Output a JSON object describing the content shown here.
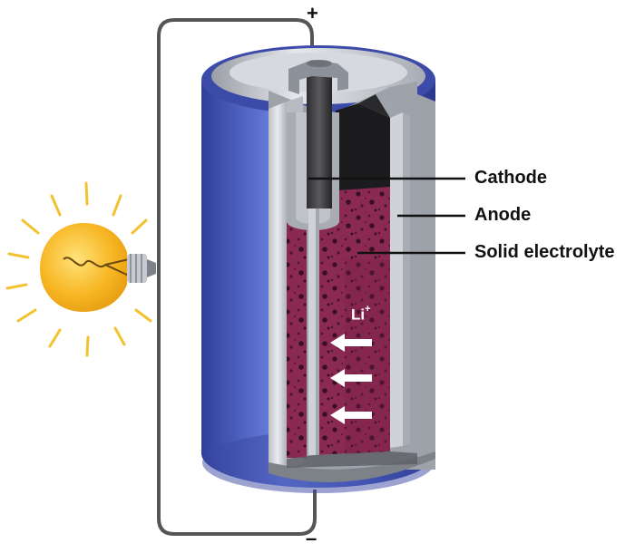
{
  "diagram": {
    "labels": {
      "cathode": "Cathode",
      "anode": "Anode",
      "electrolyte": "Solid electrolyte"
    },
    "terminals": {
      "positive": "+",
      "negative": "–"
    },
    "ion": {
      "symbol": "Li",
      "charge": "+"
    },
    "colors": {
      "casing_blue": "#4a5fc8",
      "electrolyte_maroon": "#8a2a52",
      "bulb_yellow": "#f5b41e",
      "wire_gray": "#555555"
    },
    "icons": [
      "light-bulb-icon",
      "ion-flow-arrow-icon"
    ]
  }
}
